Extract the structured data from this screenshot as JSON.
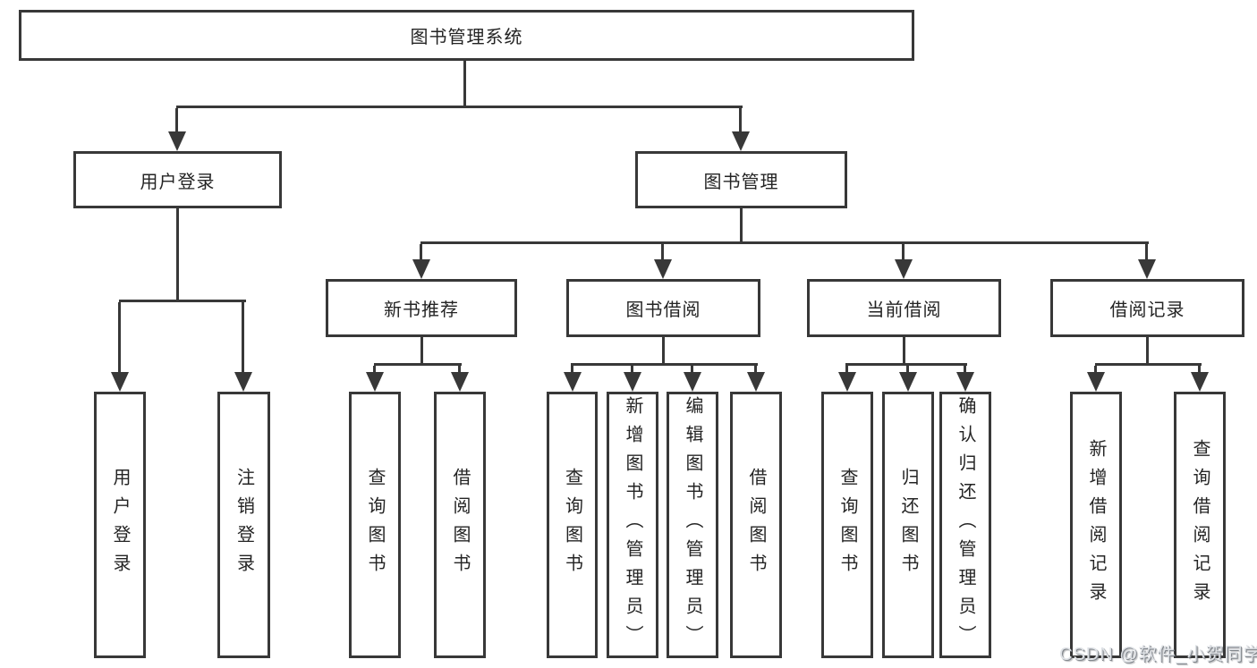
{
  "colors": {
    "line": "#383838",
    "text": "#242424",
    "background": "#ffffff",
    "watermark": "#dfe2e6"
  },
  "diagram": {
    "title": "图书管理系统",
    "level2": [
      {
        "label": "用户登录",
        "parent": "图书管理系统"
      },
      {
        "label": "图书管理",
        "parent": "图书管理系统"
      }
    ],
    "level3": [
      {
        "label": "新书推荐",
        "parent": "图书管理"
      },
      {
        "label": "图书借阅",
        "parent": "图书管理"
      },
      {
        "label": "当前借阅",
        "parent": "图书管理"
      },
      {
        "label": "借阅记录",
        "parent": "图书管理"
      }
    ],
    "level4": [
      {
        "label": "用户登录",
        "parent": "用户登录"
      },
      {
        "label": "注销登录",
        "parent": "用户登录"
      },
      {
        "label": "查询图书",
        "parent": "新书推荐"
      },
      {
        "label": "借阅图书",
        "parent": "新书推荐"
      },
      {
        "label": "查询图书",
        "parent": "图书借阅"
      },
      {
        "label": "新增图书（管理员）",
        "parent": "图书借阅"
      },
      {
        "label": "编辑图书（管理员）",
        "parent": "图书借阅"
      },
      {
        "label": "借阅图书",
        "parent": "图书借阅"
      },
      {
        "label": "查询图书",
        "parent": "当前借阅"
      },
      {
        "label": "归还图书",
        "parent": "当前借阅"
      },
      {
        "label": "确认归还（管理员）",
        "parent": "当前借阅"
      },
      {
        "label": "新增借阅记录",
        "parent": "借阅记录"
      },
      {
        "label": "查询借阅记录",
        "parent": "借阅记录"
      }
    ]
  },
  "watermark": {
    "text": "CSDN @软件_小贺同学"
  }
}
